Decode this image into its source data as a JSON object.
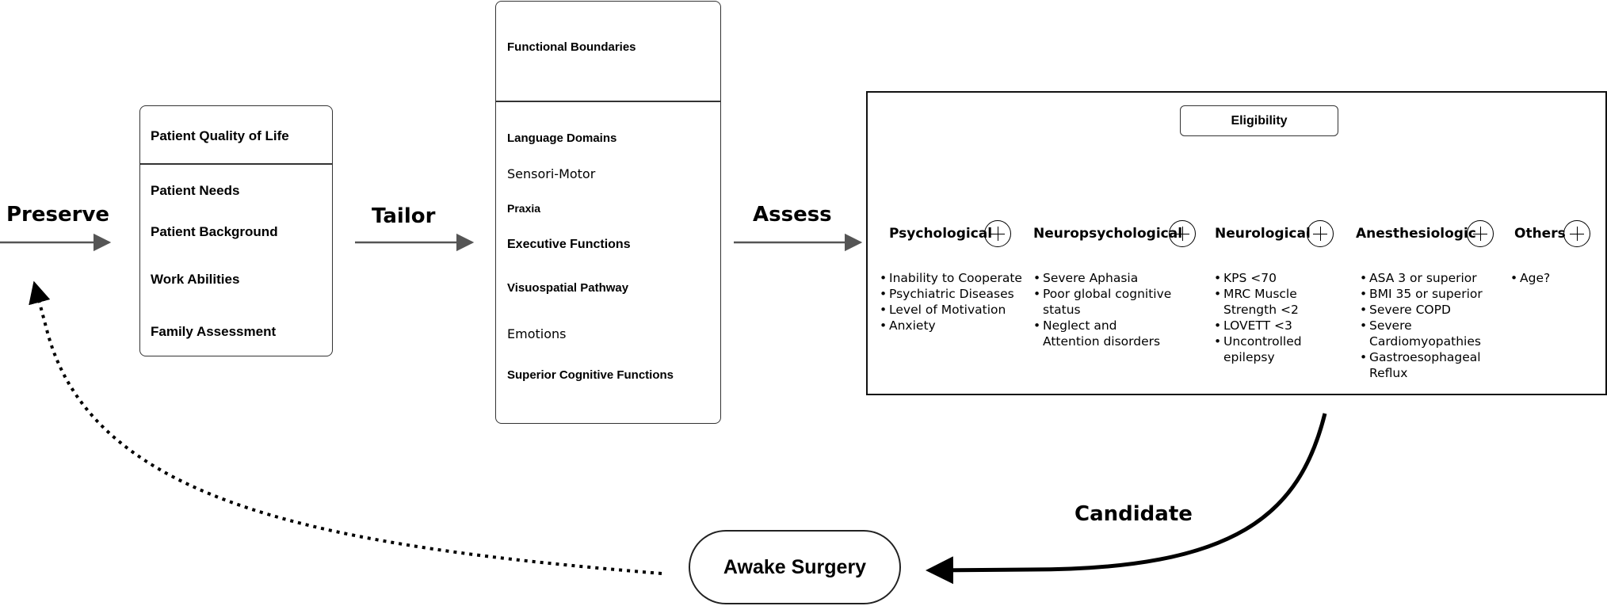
{
  "flow": {
    "preserve": "Preserve",
    "tailor": "Tailor",
    "assess": "Assess",
    "candidate": "Candidate"
  },
  "patient_box": {
    "header": "Patient Quality of Life",
    "items": [
      "Patient Needs",
      "Patient Background",
      "Work Abilities",
      "Family Assessment"
    ]
  },
  "functional_box": {
    "header": "Functional Boundaries",
    "items": [
      "Language Domains",
      "Sensori-Motor",
      "Praxia",
      "Executive Functions",
      "Visuospatial Pathway",
      "Emotions",
      "Superior Cognitive Functions"
    ]
  },
  "eligibility": {
    "title": "Eligibility",
    "categories": [
      {
        "title": "Psychological",
        "items": [
          "Inability to Cooperate",
          "Psychiatric Diseases",
          "Level of Motivation",
          "Anxiety"
        ]
      },
      {
        "title": "Neuropsychological",
        "items": [
          "Severe Aphasia",
          "Poor global cognitive status",
          "Neglect and Attention disorders"
        ]
      },
      {
        "title": "Neurological",
        "items": [
          "KPS <70",
          "MRC Muscle Strength  <2",
          "LOVETT <3",
          "Uncontrolled epilepsy"
        ]
      },
      {
        "title": "Anesthesiologic",
        "items": [
          "ASA 3 or superior",
          "BMI 35 or superior",
          "Severe COPD",
          "Severe Cardiomyopathies",
          "Gastroesophageal Reflux"
        ]
      },
      {
        "title": "Others",
        "items": [
          "Age?"
        ]
      }
    ]
  },
  "outcome": {
    "label": "Awake Surgery"
  },
  "colors": {
    "line": "#555555",
    "border": "#333333",
    "text": "#000000"
  }
}
